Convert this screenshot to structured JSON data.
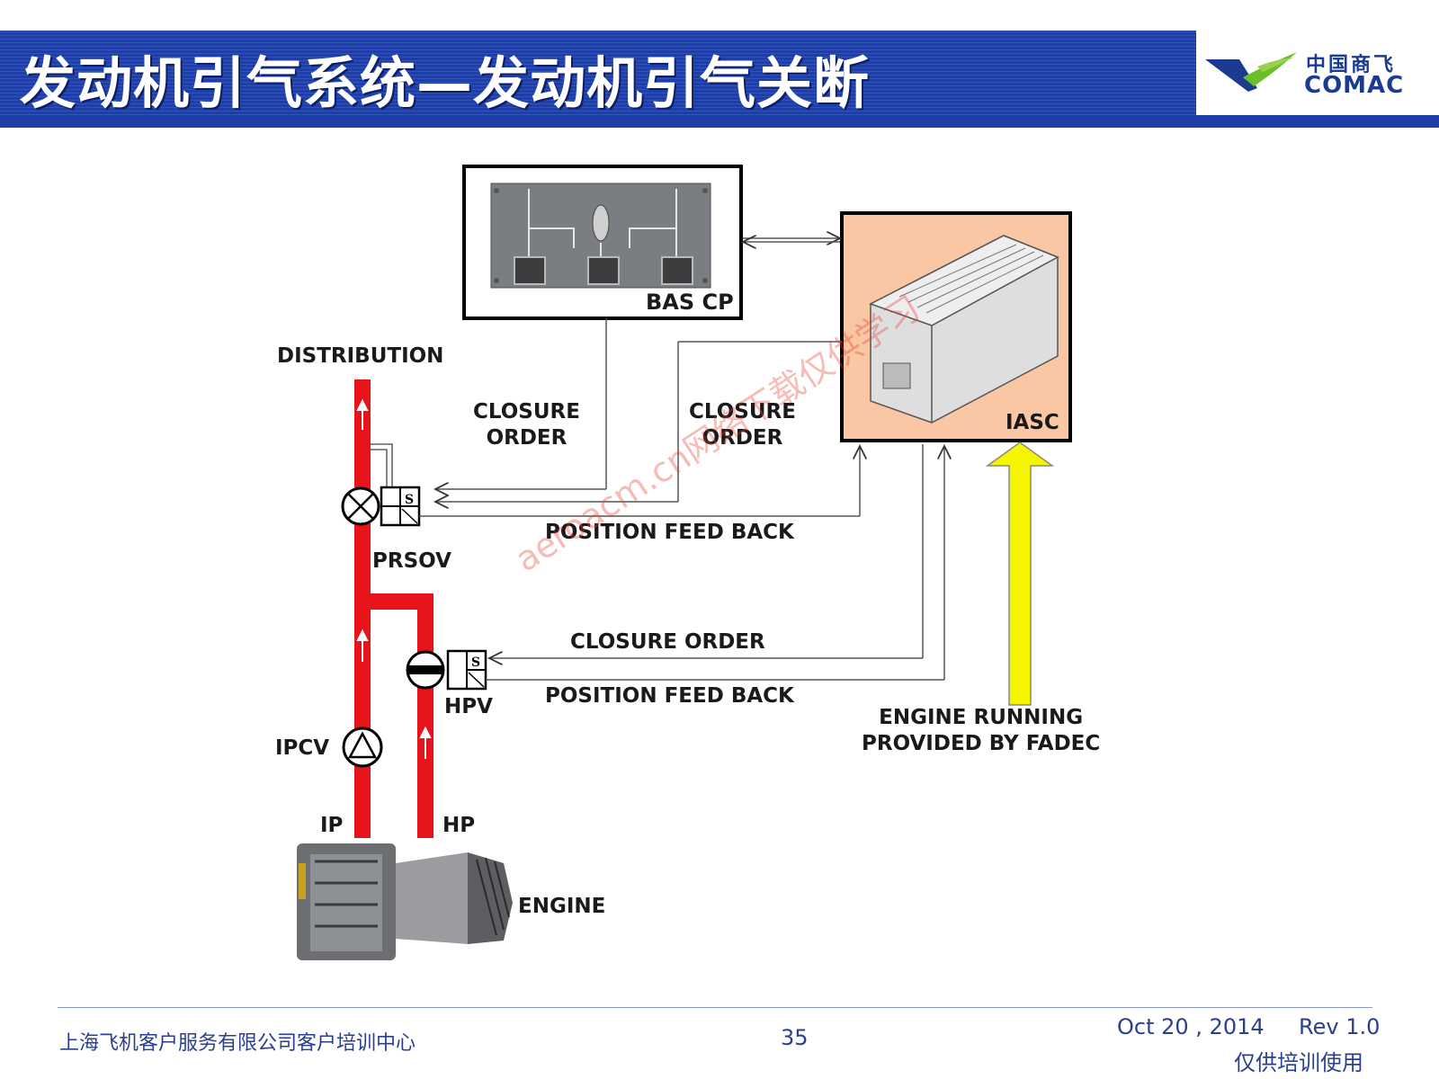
{
  "header": {
    "title": "发动机引气系统—发动机引气关断",
    "logo_cn": "中国商飞",
    "logo_en": "COMAC"
  },
  "diagram": {
    "bas_cp_label": "BAS CP",
    "iasc_label": "IASC",
    "distribution_label": "DISTRIBUTION",
    "closure_order_1": "CLOSURE\nORDER",
    "closure_order_2": "CLOSURE\nORDER",
    "position_feedback_1": "POSITION FEED BACK",
    "prsov_label": "PRSOV",
    "closure_order_3": "CLOSURE ORDER",
    "hpv_label": "HPV",
    "position_feedback_2": "POSITION FEED BACK",
    "engine_running": "ENGINE RUNNING\nPROVIDED BY FADEC",
    "ipcv_label": "IPCV",
    "ip_label": "IP",
    "hp_label": "HP",
    "engine_label": "ENGINE",
    "valve_s_1": "S",
    "valve_s_2": "S",
    "colors": {
      "duct": "#e8141c",
      "iasc_fill": "#f9c7a3",
      "engine_arrow": "#f5f500",
      "header_blue": "#1f3fa8"
    }
  },
  "watermark": "aeroacm.cn网络下载仅供学习",
  "footer": {
    "org": "上海飞机客户服务有限公司客户培训中心",
    "page": "35",
    "date": "Oct 20 , 2014",
    "rev": "Rev 1.0",
    "note": "仅供培训使用"
  }
}
